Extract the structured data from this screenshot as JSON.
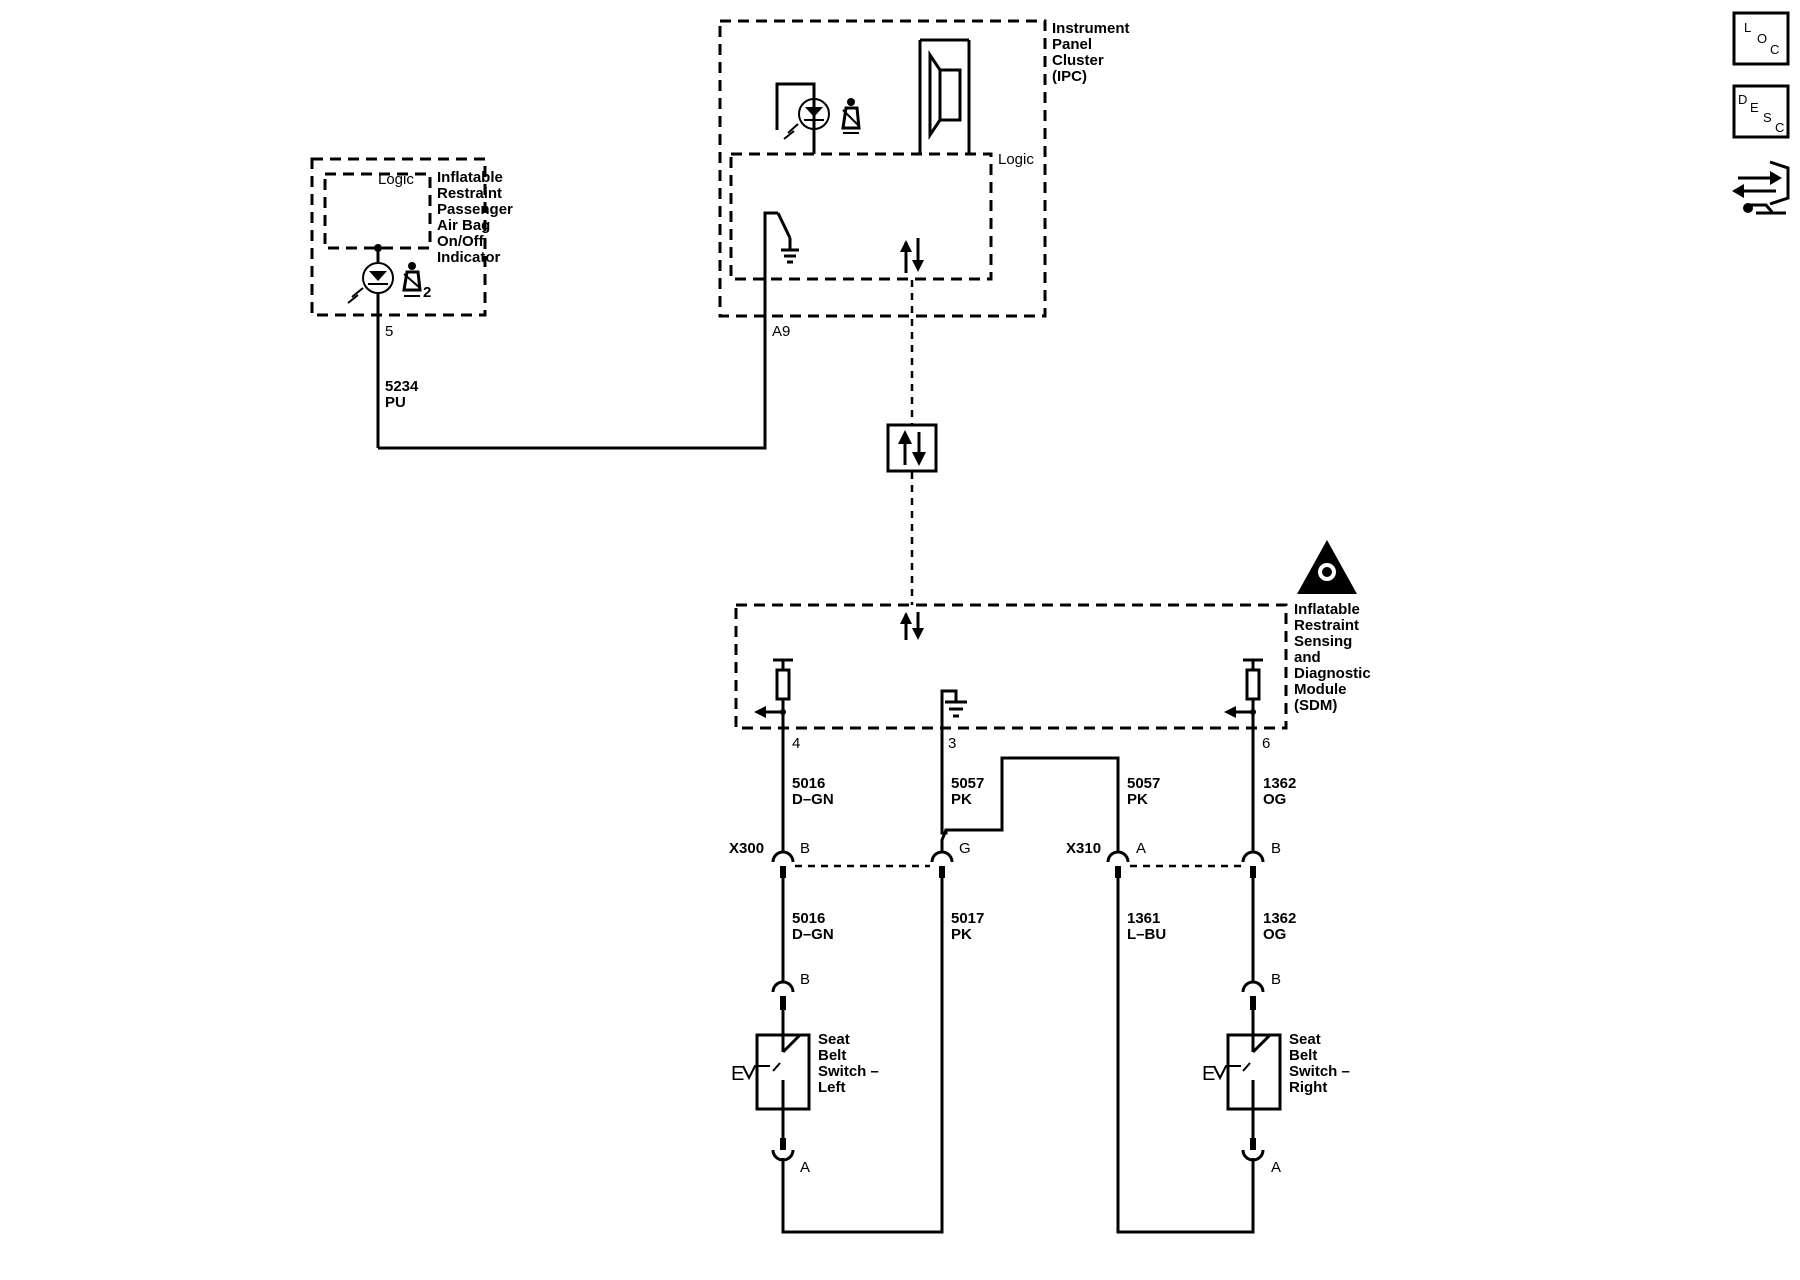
{
  "modules": {
    "passenger_indicator": {
      "label_lines": [
        "Inflatable",
        "Restraint",
        "Passenger",
        "Air Bag",
        "On/Off",
        "Indicator"
      ],
      "logic_label": "Logic",
      "indicator_suffix": "2",
      "pin": "5"
    },
    "ipc": {
      "label_lines": [
        "Instrument",
        "Panel",
        "Cluster",
        "(IPC)"
      ],
      "logic_label": "Logic",
      "pin": "A9"
    },
    "sdm": {
      "label_lines": [
        "Inflatable",
        "Restraint",
        "Sensing",
        "and",
        "Diagnostic",
        "Module",
        "(SDM)"
      ],
      "pins": [
        "4",
        "3",
        "6"
      ]
    }
  },
  "circuits": {
    "c5234": {
      "number": "5234",
      "color": "PU"
    },
    "c5016_upper": {
      "number": "5016",
      "color": "D–GN"
    },
    "c5057_left": {
      "number": "5057",
      "color": "PK"
    },
    "c5057_right": {
      "number": "5057",
      "color": "PK"
    },
    "c1362_upper": {
      "number": "1362",
      "color": "OG"
    },
    "c5016_lower": {
      "number": "5016",
      "color": "D–GN"
    },
    "c5017": {
      "number": "5017",
      "color": "PK"
    },
    "c1361": {
      "number": "1361",
      "color": "L–BU"
    },
    "c1362_lower": {
      "number": "1362",
      "color": "OG"
    }
  },
  "connectors": {
    "x300": {
      "name": "X300",
      "pin_left": "B",
      "pin_right": "G"
    },
    "x310": {
      "name": "X310",
      "pin_left": "A",
      "pin_right": "B"
    },
    "switch_left_top": "B",
    "switch_left_bottom": "A",
    "switch_right_top": "B",
    "switch_right_bottom": "A"
  },
  "switches": {
    "left": {
      "label_lines": [
        "Seat",
        "Belt",
        "Switch –",
        "Left"
      ],
      "ev": "E"
    },
    "right": {
      "label_lines": [
        "Seat",
        "Belt",
        "Switch –",
        "Right"
      ],
      "ev": "E"
    }
  },
  "nav": {
    "loc": {
      "letters": [
        "L",
        "O",
        "C"
      ]
    },
    "desc": {
      "letters": [
        "D",
        "E",
        "S",
        "C"
      ]
    },
    "icons": [
      "loc-icon",
      "desc-icon",
      "connector-tool-icon"
    ]
  }
}
